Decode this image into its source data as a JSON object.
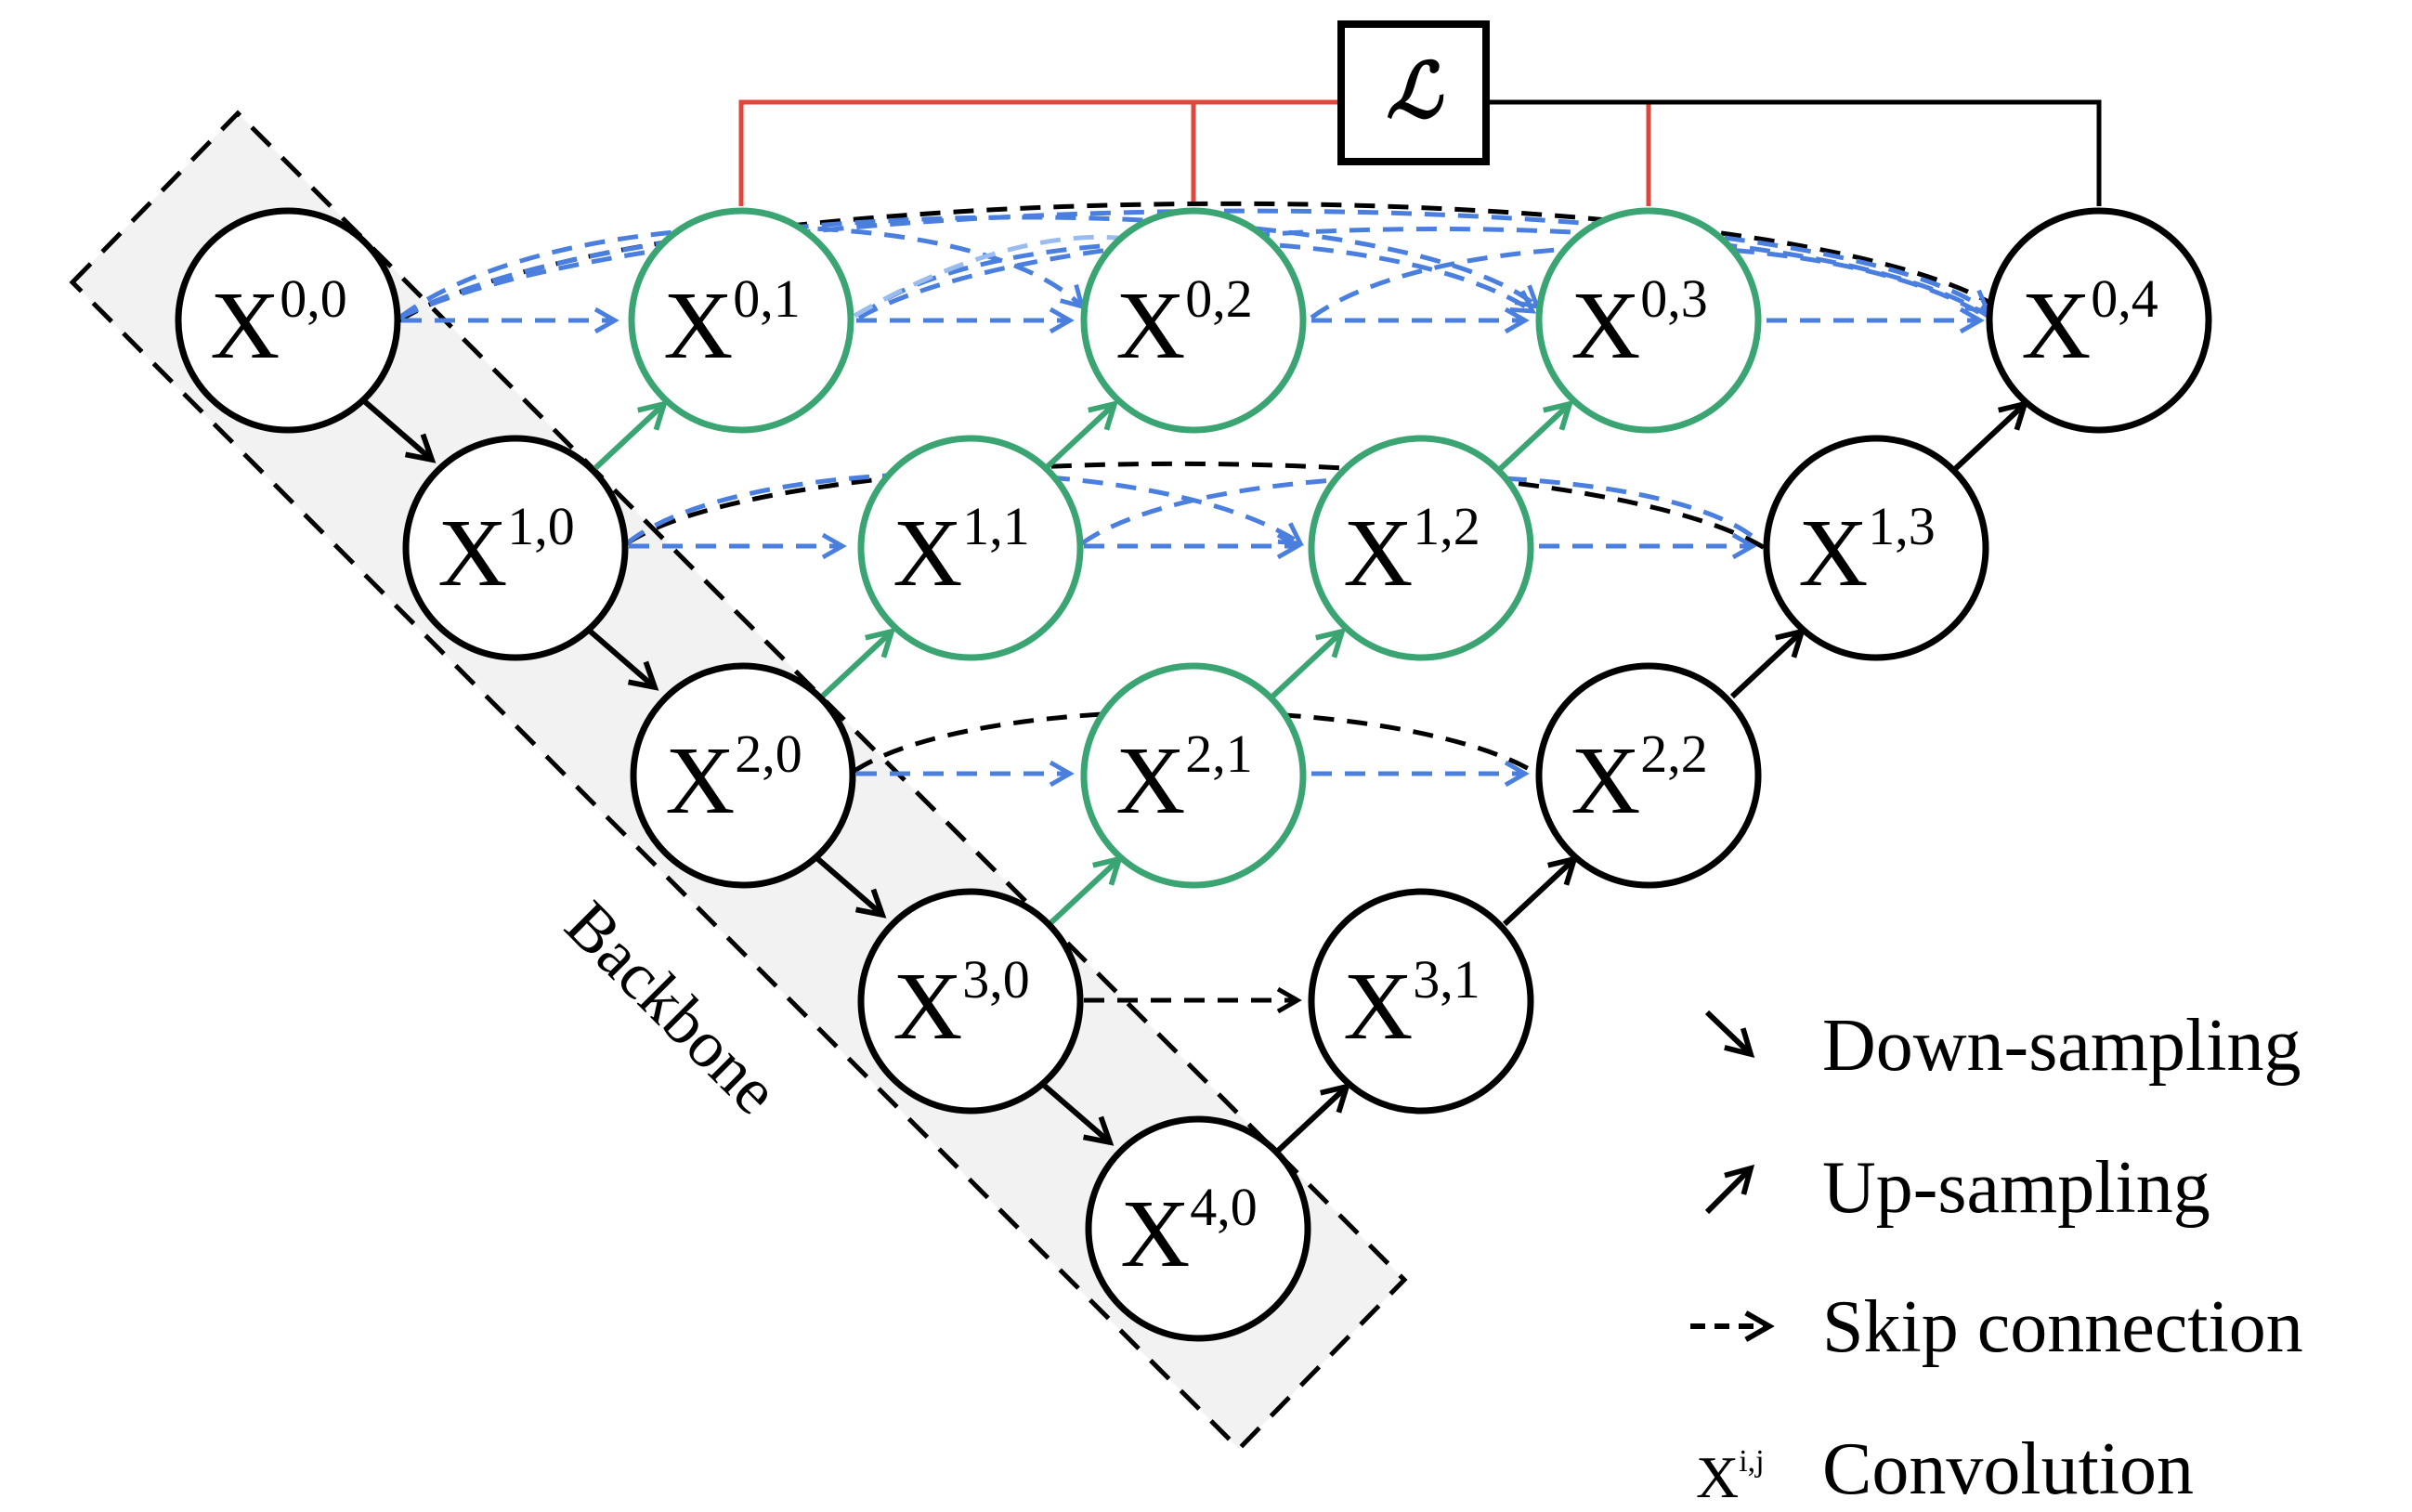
{
  "loss": {
    "symbol": "ℒ"
  },
  "backbone": {
    "label": "Backbone"
  },
  "nodes": [
    {
      "id": "0-0",
      "base": "X",
      "sup": "0,0",
      "type": "encoder"
    },
    {
      "id": "1-0",
      "base": "X",
      "sup": "1,0",
      "type": "encoder"
    },
    {
      "id": "2-0",
      "base": "X",
      "sup": "2,0",
      "type": "encoder"
    },
    {
      "id": "3-0",
      "base": "X",
      "sup": "3,0",
      "type": "encoder"
    },
    {
      "id": "4-0",
      "base": "X",
      "sup": "4,0",
      "type": "encoder"
    },
    {
      "id": "0-1",
      "base": "X",
      "sup": "0,1",
      "type": "nested"
    },
    {
      "id": "0-2",
      "base": "X",
      "sup": "0,2",
      "type": "nested"
    },
    {
      "id": "0-3",
      "base": "X",
      "sup": "0,3",
      "type": "nested"
    },
    {
      "id": "1-1",
      "base": "X",
      "sup": "1,1",
      "type": "nested"
    },
    {
      "id": "1-2",
      "base": "X",
      "sup": "1,2",
      "type": "nested"
    },
    {
      "id": "2-1",
      "base": "X",
      "sup": "2,1",
      "type": "nested"
    },
    {
      "id": "0-4",
      "base": "X",
      "sup": "0,4",
      "type": "decoder"
    },
    {
      "id": "1-3",
      "base": "X",
      "sup": "1,3",
      "type": "decoder"
    },
    {
      "id": "2-2",
      "base": "X",
      "sup": "2,2",
      "type": "decoder"
    },
    {
      "id": "3-1",
      "base": "X",
      "sup": "3,1",
      "type": "decoder"
    }
  ],
  "legend": {
    "down": "Down-sampling",
    "up": "Up-sampling",
    "skip": "Skip connection",
    "conv_symbol": "X",
    "conv_sup": "i,j",
    "conv": "Convolution"
  },
  "colors": {
    "stroke": "#000000",
    "green": "#3aa572",
    "blue": "#4a7fe0",
    "red": "#e0473c",
    "backbone_fill": "#f2f2f2"
  }
}
